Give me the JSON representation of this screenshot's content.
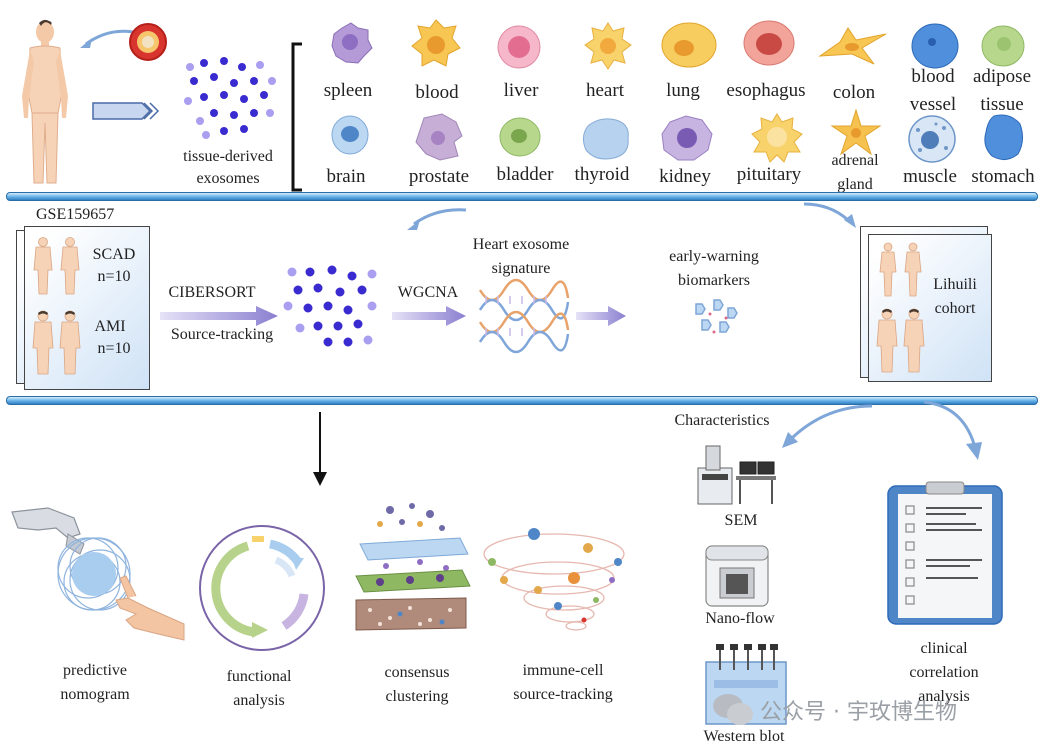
{
  "tissue_panel": {
    "caption_line1": "tissue-derived",
    "caption_line2": "exosomes",
    "tissues_row1": [
      "spleen",
      "blood",
      "liver",
      "heart",
      "lung",
      "esophagus",
      "colon"
    ],
    "blood_vessel": [
      "blood",
      "vessel"
    ],
    "adipose_tissue": [
      "adipose",
      "tissue"
    ],
    "tissues_row2": [
      "brain",
      "prostate",
      "bladder",
      "thyroid",
      "kidney",
      "pituitary"
    ],
    "adrenal_gland": [
      "adrenal",
      "gland"
    ],
    "muscle": "muscle",
    "stomach": "stomach"
  },
  "dataset": {
    "id": "GSE159657",
    "group1_name": "SCAD",
    "group1_n": "n=10",
    "group2_name": "AMI",
    "group2_n": "n=10"
  },
  "pipeline": {
    "step1_line1": "CIBERSORT",
    "step1_line2": "Source-tracking",
    "step2": "WGCNA",
    "signature_line1": "Heart exosome",
    "signature_line2": "signature",
    "biomarkers_line1": "early-warning",
    "biomarkers_line2": "biomarkers"
  },
  "cohort": {
    "line1": "Lihuili",
    "line2": "cohort"
  },
  "characteristics": {
    "title": "Characteristics",
    "sem": "SEM",
    "nanoflow": "Nano-flow",
    "western": "Western blot"
  },
  "clinical": {
    "line1": "clinical",
    "line2": "correlation",
    "line3": "analysis"
  },
  "analyses": {
    "nomogram": [
      "predictive",
      "nomogram"
    ],
    "functional": [
      "functional",
      "analysis"
    ],
    "consensus": [
      "consensus",
      "clustering"
    ],
    "immune": [
      "immune-cell",
      "source-tracking"
    ]
  },
  "watermark": "公众号 · 宇玫博生物",
  "colors": {
    "band": "#6db6ea",
    "arrow_purple": "#8a7fd0",
    "dot_dark": "#3a2bd0",
    "dot_light": "#a99ef0",
    "panel": "#cfe2f6"
  }
}
